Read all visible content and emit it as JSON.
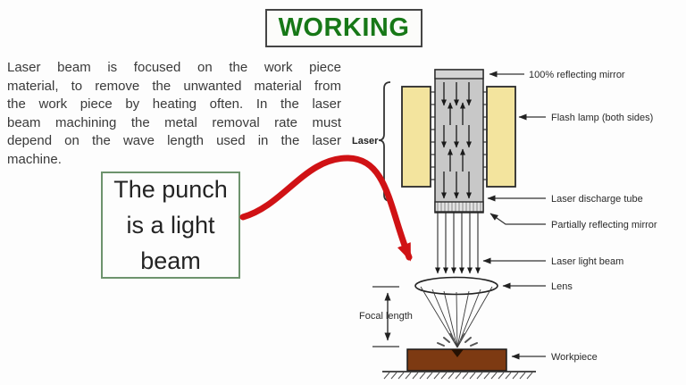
{
  "header": {
    "title": "WORKING"
  },
  "body_text": {
    "lines": [
      "Laser beam is focused on the work piece",
      "material, to remove the unwanted material from",
      "the work piece by heating often. In the laser",
      "beam machining the metal removal rate must",
      "depend on the wave length used in the laser",
      "machine."
    ]
  },
  "callout": {
    "text": "The punch is a light beam"
  },
  "diagram": {
    "labels": {
      "laser": "Laser",
      "mirror_100": "100% reflecting mirror",
      "flash_lamp": "Flash lamp (both sides)",
      "discharge_tube": "Laser discharge tube",
      "partial_mirror": "Partially reflecting mirror",
      "light_beam": "Laser light beam",
      "lens": "Lens",
      "focal_length": "Focal length",
      "workpiece": "Workpiece"
    }
  },
  "colors": {
    "title_green": "#177817",
    "callout_border_green": "#6d936d",
    "red_arrow": "#d01215",
    "flash_lamp_yellow": "#f3e49e",
    "tube_gray": "#c8c8c8",
    "workpiece_brown": "#7d3a12",
    "line_dark": "#2a2a2a"
  }
}
